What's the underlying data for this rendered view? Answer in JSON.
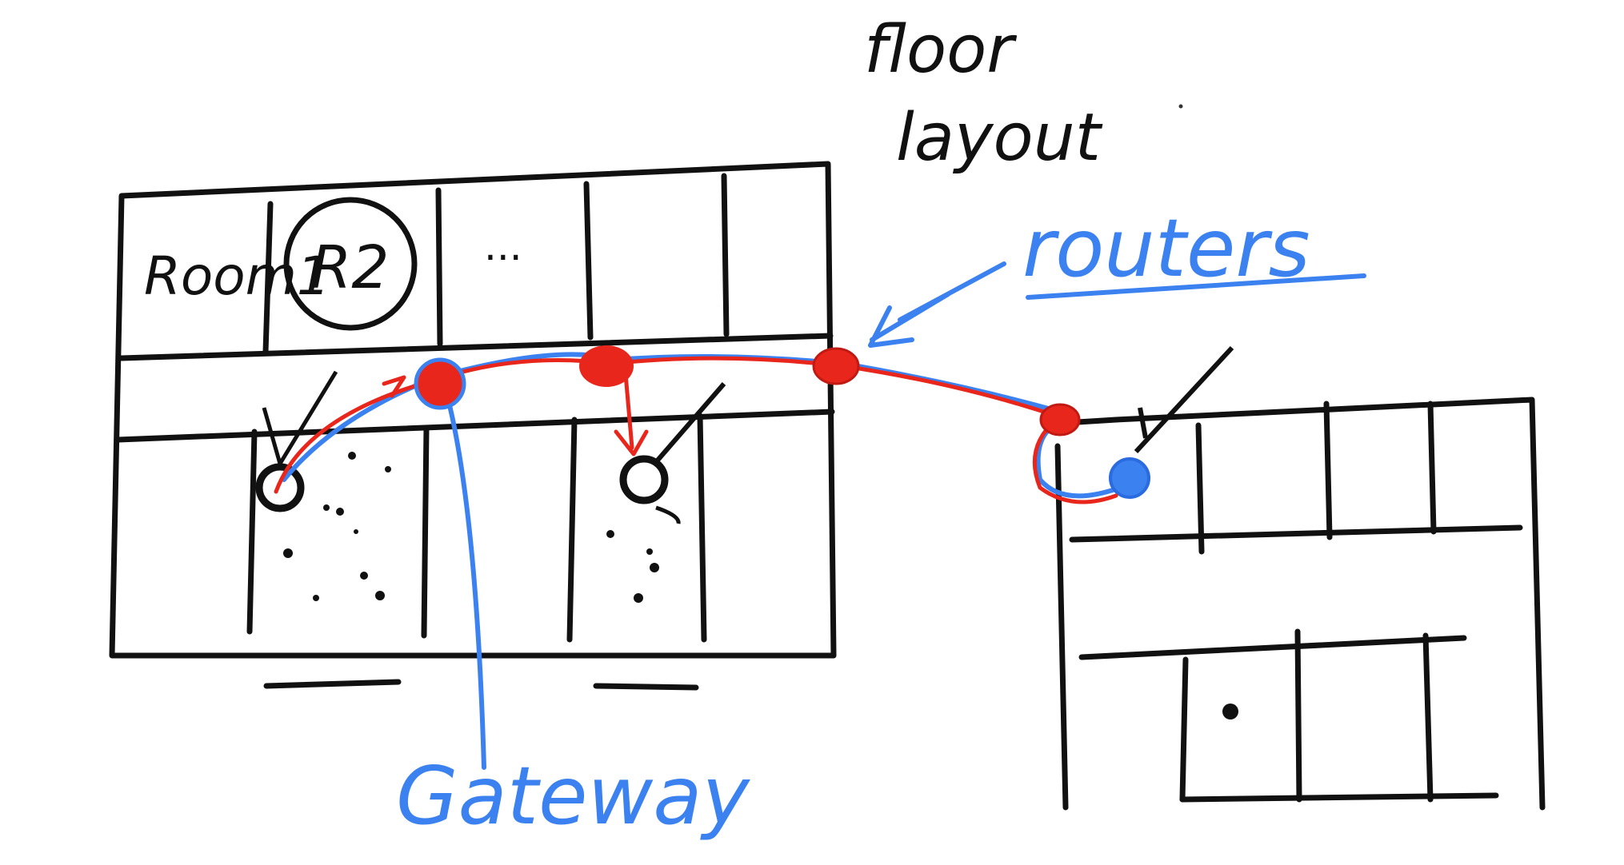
{
  "title": {
    "line1": "floor",
    "line2": "layout"
  },
  "labels": {
    "room1": "Room1",
    "room2": "R2",
    "room_ellipsis": "...",
    "routers": "routers",
    "gateway": "Gateway"
  },
  "colors": {
    "ink": "#111111",
    "annotation": "#3b82f0",
    "route": "#e8261c",
    "background": "#ffffff"
  }
}
